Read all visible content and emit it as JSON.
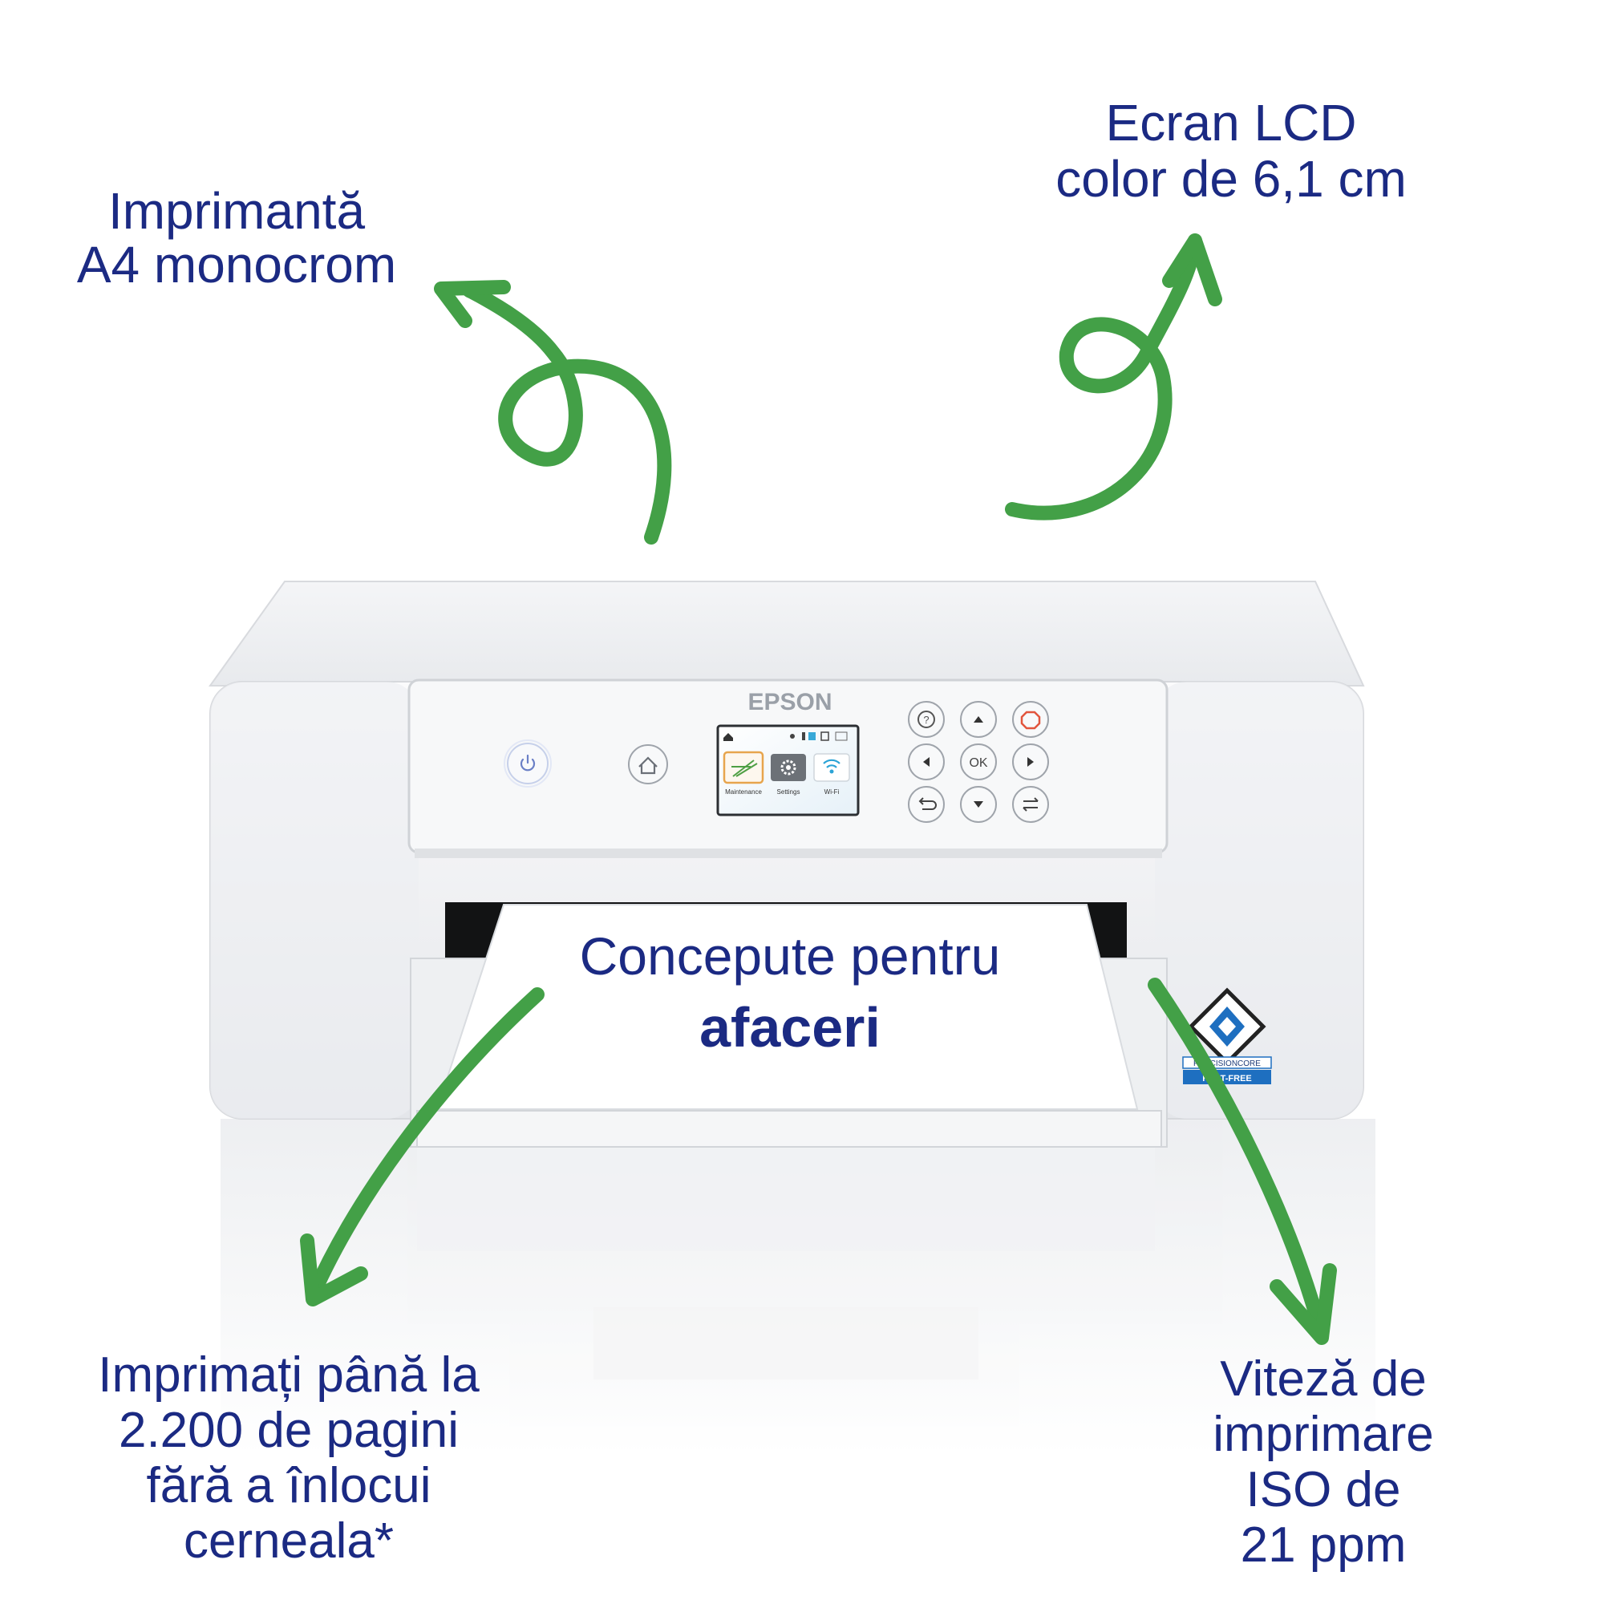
{
  "features": {
    "top_left": "Imprimantă\nA4 monocrom",
    "top_right": "Ecran LCD\ncolor de 6,1 cm",
    "bottom_left": "Imprimați până la\n2.200 de pagini\nfără a înlocui\ncerneala*",
    "bottom_right": "Viteză de\nimprimare\nISO de\n21 ppm"
  },
  "printer": {
    "brand": "EPSON",
    "paper_line1": "Concepute pentru",
    "paper_line2": "afaceri",
    "badge_top": "PRECISIONCORE",
    "badge_bottom": "HEAT-FREE",
    "ok_label": "OK",
    "lcd": {
      "icon_labels": [
        "Maintenance",
        "Settings",
        "Wi-Fi"
      ]
    }
  },
  "colors": {
    "text": "#1b2a83",
    "arrow": "#43a047",
    "printer_body": "#f2f3f5",
    "stop_button": "#e2553d"
  }
}
